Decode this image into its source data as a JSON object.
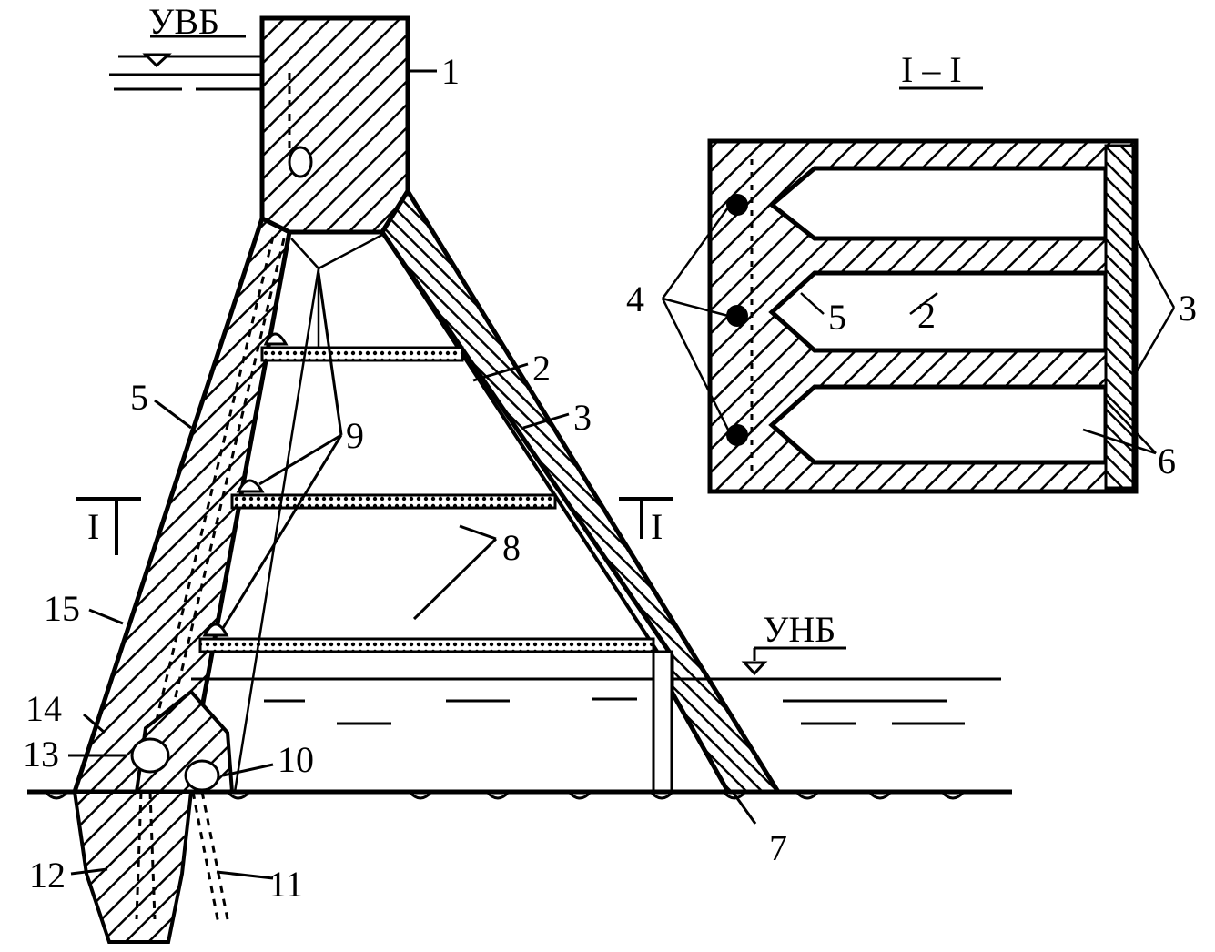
{
  "diagram": {
    "upstream_level_label": "УВБ",
    "downstream_level_label": "УНБ",
    "section_title": "I – I",
    "section_mark_left": "I",
    "section_mark_right": "I",
    "callouts": [
      "1",
      "2",
      "3",
      "5",
      "9",
      "8",
      "15",
      "14",
      "13",
      "10",
      "7",
      "12",
      "11"
    ],
    "section_callouts": [
      "4",
      "5",
      "2",
      "3",
      "6"
    ]
  },
  "colors": {
    "ink": "#000000",
    "paper": "#ffffff"
  }
}
